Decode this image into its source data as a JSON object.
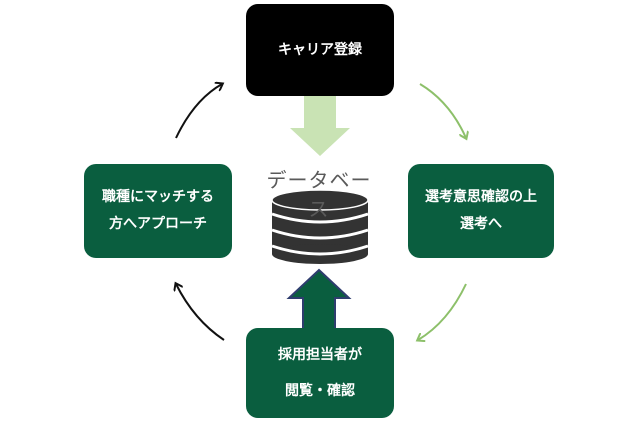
{
  "nodes": {
    "top": {
      "lines": [
        "キャリア登録"
      ]
    },
    "right": {
      "lines": [
        "選考意思確認の上",
        "選考へ"
      ]
    },
    "bottom": {
      "lines": [
        "採用担当者が",
        "閲覧・確認"
      ]
    },
    "left": {
      "lines": [
        "職種にマッチする",
        "方へアプローチ"
      ]
    }
  },
  "database": {
    "label": "データベース",
    "icon": "database-icon"
  },
  "colors": {
    "box_dark": "#000000",
    "box_green": "#0a5e3f",
    "arrow_light_green": "#8dc06a",
    "arrow_up_fill": "#0a5e3f",
    "arrow_up_outline": "#2e3d6e",
    "arrow_down_fill": "#c9e3b4",
    "db_gray": "#333333"
  }
}
